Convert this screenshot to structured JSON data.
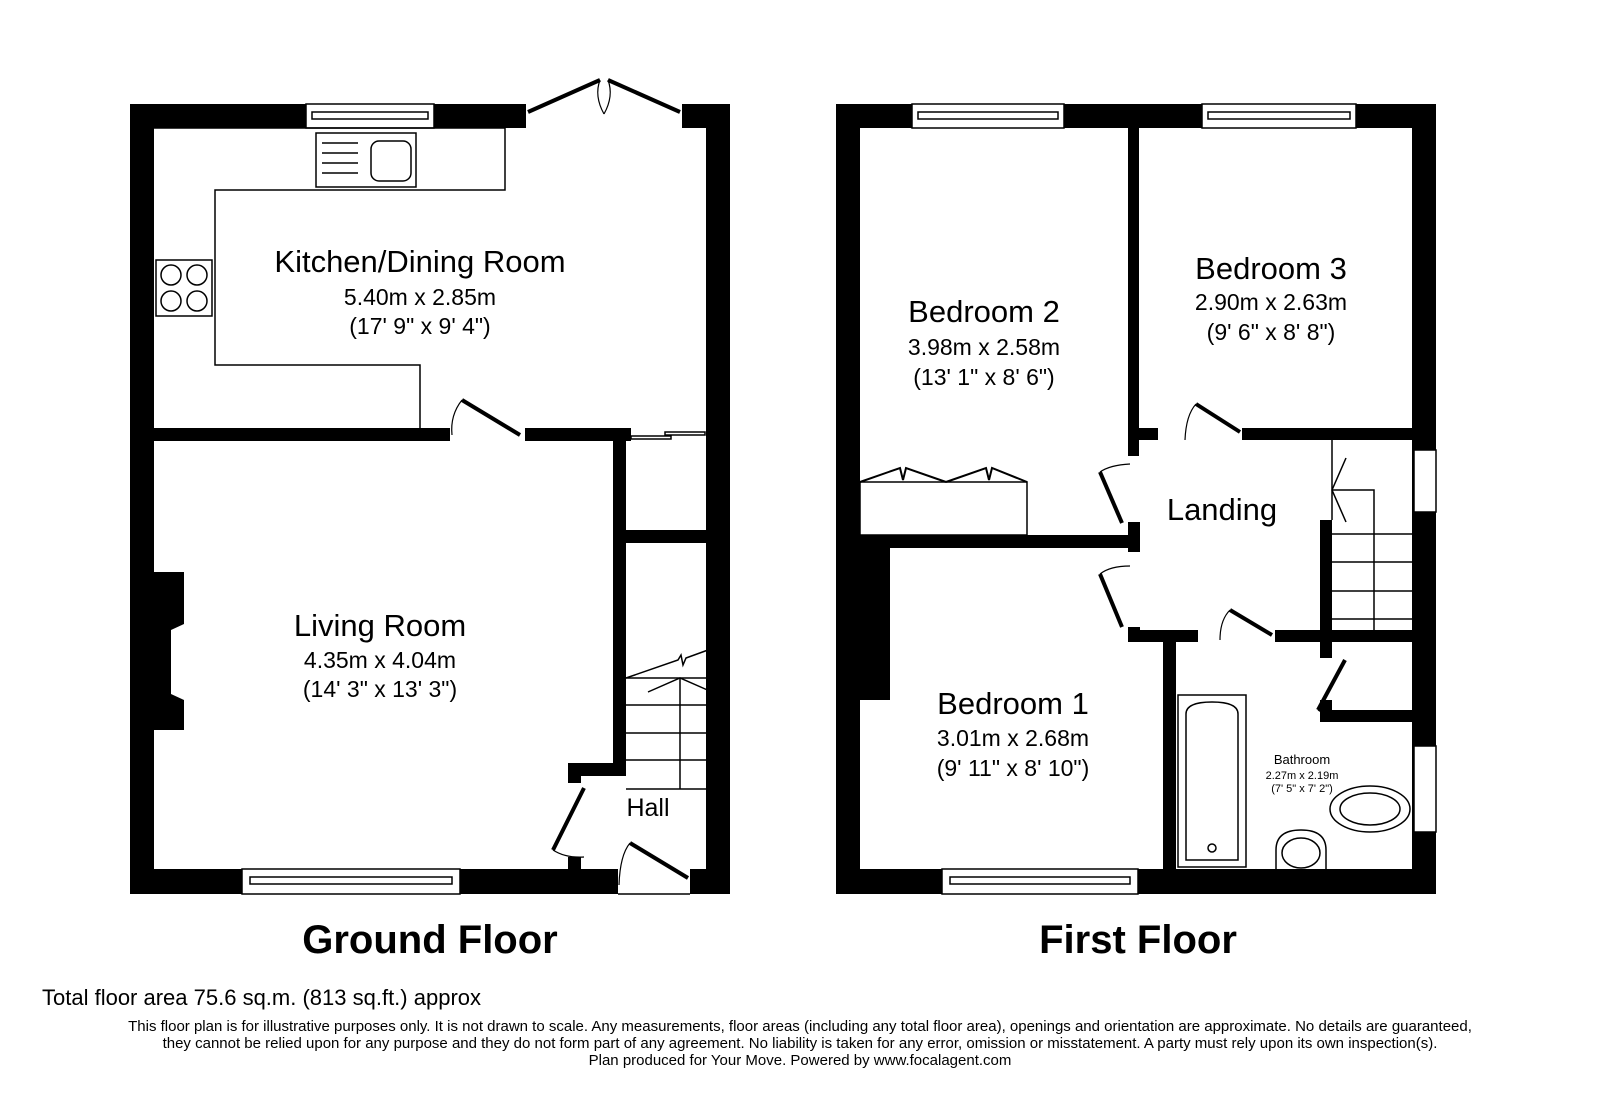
{
  "floors": [
    {
      "title": "Ground Floor",
      "rooms": [
        {
          "name": "Kitchen/Dining Room",
          "metric": "5.40m x 2.85m",
          "imperial": "(17' 9\" x 9' 4\")"
        },
        {
          "name": "Living Room",
          "metric": "4.35m x 4.04m",
          "imperial": "(14' 3\" x 13' 3\")"
        },
        {
          "name": "Hall"
        }
      ]
    },
    {
      "title": "First Floor",
      "rooms": [
        {
          "name": "Bedroom 2",
          "metric": "3.98m x 2.58m",
          "imperial": "(13' 1\" x 8' 6\")"
        },
        {
          "name": "Bedroom 3",
          "metric": "2.90m x 2.63m",
          "imperial": "(9' 6\" x 8' 8\")"
        },
        {
          "name": "Landing"
        },
        {
          "name": "Bedroom 1",
          "metric": "3.01m x 2.68m",
          "imperial": "(9' 11\" x 8' 10\")"
        },
        {
          "name": "Bathroom",
          "metric": "2.27m x 2.19m",
          "imperial": "(7' 5\" x 7' 2\")"
        }
      ]
    }
  ],
  "total_area": "Total floor area 75.6 sq.m. (813 sq.ft.) approx",
  "disclaimer": [
    "This floor plan is for illustrative purposes only. It is not drawn to scale. Any measurements, floor areas (including any total floor area), openings and orientation are approximate. No details are guaranteed,",
    "they cannot be relied upon for any purpose and they do not form part of any agreement. No liability is taken for any error, omission or misstatement. A party must rely upon its own inspection(s).",
    "Plan produced for Your Move. Powered by www.focalagent.com"
  ],
  "colors": {
    "wall": "#000000",
    "background": "#ffffff"
  }
}
